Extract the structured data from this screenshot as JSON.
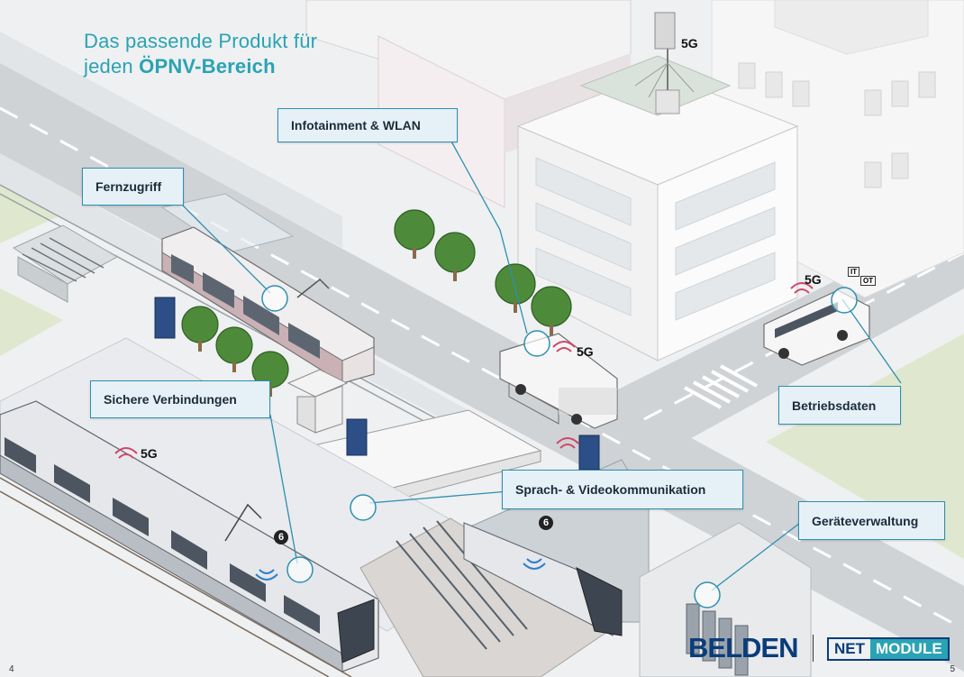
{
  "headline": {
    "line1": "Das passende Produkt für",
    "line2_prefix": "jeden ",
    "line2_bold": "ÖPNV-Bereich"
  },
  "callouts": {
    "infotainment": "Infotainment & WLAN",
    "fernzugriff": "Fernzugriff",
    "sichere": "Sichere Verbindungen",
    "betriebsdaten": "Betriebsdaten",
    "sprach": "Sprach- & Videokommunikation",
    "geraete": "Geräteverwaltung"
  },
  "badges": {
    "fiveg": "5G",
    "six": "6",
    "it": "IT",
    "ot": "OT"
  },
  "logos": {
    "belden": "BELDEN",
    "net": "NET",
    "module": "MODULE"
  },
  "pages": {
    "left": "4",
    "right": "5"
  },
  "colors": {
    "accent": "#2aa3b4",
    "callout_border": "#2e8fb0",
    "callout_fill": "#e6f1f7",
    "brand_blue": "#0b3c7a",
    "signal_red": "#d0476b",
    "wifi_blue": "#2f7fc8"
  }
}
